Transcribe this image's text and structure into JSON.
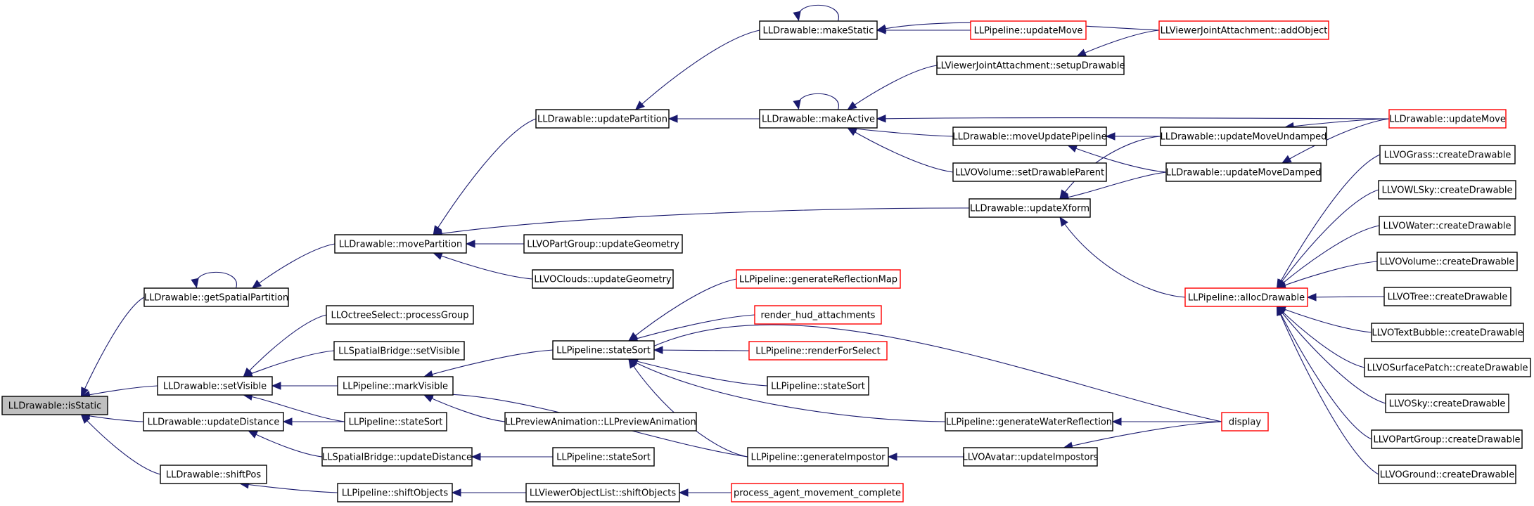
{
  "graph": {
    "colors": {
      "edge": "#1a1a6e",
      "normal_border": "#000000",
      "truncated_border": "#ff0000",
      "root_fill": "#bfbfbf"
    },
    "nodes": [
      {
        "id": "isStatic",
        "label": "LLDrawable::isStatic",
        "style": "root"
      },
      {
        "id": "getSpatialPartition",
        "label": "LLDrawable::getSpatialPartition",
        "style": "normal"
      },
      {
        "id": "setVisible",
        "label": "LLDrawable::setVisible",
        "style": "normal"
      },
      {
        "id": "updateDistance",
        "label": "LLDrawable::updateDistance",
        "style": "normal"
      },
      {
        "id": "shiftPos",
        "label": "LLDrawable::shiftPos",
        "style": "normal"
      },
      {
        "id": "movePartition",
        "label": "LLDrawable::movePartition",
        "style": "normal"
      },
      {
        "id": "octreeProcessGroup",
        "label": "LLOctreeSelect::processGroup",
        "style": "normal"
      },
      {
        "id": "sbSetVisible",
        "label": "LLSpatialBridge::setVisible",
        "style": "normal"
      },
      {
        "id": "markVisible",
        "label": "LLPipeline::markVisible",
        "style": "normal"
      },
      {
        "id": "stateSortA",
        "label": "LLPipeline::stateSort",
        "style": "normal"
      },
      {
        "id": "sbUpdateDistance",
        "label": "LLSpatialBridge::updateDistance",
        "style": "normal"
      },
      {
        "id": "shiftObjects",
        "label": "LLPipeline::shiftObjects",
        "style": "normal"
      },
      {
        "id": "updatePartition",
        "label": "LLDrawable::updatePartition",
        "style": "normal"
      },
      {
        "id": "partGroupUpdateGeom",
        "label": "LLVOPartGroup::updateGeometry",
        "style": "normal"
      },
      {
        "id": "cloudsUpdateGeom",
        "label": "LLVOClouds::updateGeometry",
        "style": "normal"
      },
      {
        "id": "stateSortMain",
        "label": "LLPipeline::stateSort",
        "style": "normal"
      },
      {
        "id": "previewAnim",
        "label": "LLPreviewAnimation::LLPreviewAnimation",
        "style": "normal"
      },
      {
        "id": "stateSortB",
        "label": "LLPipeline::stateSort",
        "style": "normal"
      },
      {
        "id": "volShiftObjects",
        "label": "LLViewerObjectList::shiftObjects",
        "style": "normal"
      },
      {
        "id": "makeStatic",
        "label": "LLDrawable::makeStatic",
        "style": "normal"
      },
      {
        "id": "makeActive",
        "label": "LLDrawable::makeActive",
        "style": "normal"
      },
      {
        "id": "genReflMap",
        "label": "LLPipeline::generateReflectionMap",
        "style": "truncated"
      },
      {
        "id": "hudAttach",
        "label": "render_hud_attachments",
        "style": "truncated"
      },
      {
        "id": "renderForSelect",
        "label": "LLPipeline::renderForSelect",
        "style": "truncated"
      },
      {
        "id": "stateSortC",
        "label": "LLPipeline::stateSort",
        "style": "normal"
      },
      {
        "id": "genImpostor",
        "label": "LLPipeline::generateImpostor",
        "style": "normal"
      },
      {
        "id": "agentMove",
        "label": "process_agent_movement_complete",
        "style": "truncated"
      },
      {
        "id": "pipeUpdateMove",
        "label": "LLPipeline::updateMove",
        "style": "truncated"
      },
      {
        "id": "setupDrawable",
        "label": "LLViewerJointAttachment::setupDrawable",
        "style": "normal"
      },
      {
        "id": "moveUpdatePipeline",
        "label": "LLDrawable::moveUpdatePipeline",
        "style": "normal"
      },
      {
        "id": "setDrawableParent",
        "label": "LLVOVolume::setDrawableParent",
        "style": "normal"
      },
      {
        "id": "updateXform",
        "label": "LLDrawable::updateXform",
        "style": "normal"
      },
      {
        "id": "genWaterRefl",
        "label": "LLPipeline::generateWaterReflection",
        "style": "normal"
      },
      {
        "id": "avatarImpostors",
        "label": "LLVOAvatar::updateImpostors",
        "style": "normal"
      },
      {
        "id": "addObject",
        "label": "LLViewerJointAttachment::addObject",
        "style": "truncated"
      },
      {
        "id": "moveUndamped",
        "label": "LLDrawable::updateMoveUndamped",
        "style": "normal"
      },
      {
        "id": "moveDamped",
        "label": "LLDrawable::updateMoveDamped",
        "style": "normal"
      },
      {
        "id": "allocDrawable",
        "label": "LLPipeline::allocDrawable",
        "style": "truncated"
      },
      {
        "id": "display",
        "label": "display",
        "style": "truncated"
      },
      {
        "id": "drawableUpdateMove",
        "label": "LLDrawable::updateMove",
        "style": "truncated"
      },
      {
        "id": "grassCreate",
        "label": "LLVOGrass::createDrawable",
        "style": "normal"
      },
      {
        "id": "wlskyCreate",
        "label": "LLVOWLSky::createDrawable",
        "style": "normal"
      },
      {
        "id": "waterCreate",
        "label": "LLVOWater::createDrawable",
        "style": "normal"
      },
      {
        "id": "volumeCreate",
        "label": "LLVOVolume::createDrawable",
        "style": "normal"
      },
      {
        "id": "treeCreate",
        "label": "LLVOTree::createDrawable",
        "style": "normal"
      },
      {
        "id": "textBubbleCreate",
        "label": "LLVOTextBubble::createDrawable",
        "style": "normal"
      },
      {
        "id": "surfacePatchCreate",
        "label": "LLVOSurfacePatch::createDrawable",
        "style": "normal"
      },
      {
        "id": "skyCreate",
        "label": "LLVOSky::createDrawable",
        "style": "normal"
      },
      {
        "id": "partGroupCreate",
        "label": "LLVOPartGroup::createDrawable",
        "style": "normal"
      },
      {
        "id": "groundCreate",
        "label": "LLVOGround::createDrawable",
        "style": "normal"
      }
    ],
    "edges": [
      {
        "from": "getSpatialPartition",
        "to": "isStatic"
      },
      {
        "from": "setVisible",
        "to": "isStatic"
      },
      {
        "from": "updateDistance",
        "to": "isStatic"
      },
      {
        "from": "shiftPos",
        "to": "isStatic"
      },
      {
        "from": "getSpatialPartition",
        "to": "getSpatialPartition"
      },
      {
        "from": "movePartition",
        "to": "getSpatialPartition"
      },
      {
        "from": "octreeProcessGroup",
        "to": "setVisible"
      },
      {
        "from": "sbSetVisible",
        "to": "setVisible"
      },
      {
        "from": "markVisible",
        "to": "setVisible"
      },
      {
        "from": "stateSortA",
        "to": "setVisible"
      },
      {
        "from": "stateSortA",
        "to": "updateDistance"
      },
      {
        "from": "sbUpdateDistance",
        "to": "updateDistance"
      },
      {
        "from": "shiftObjects",
        "to": "shiftPos"
      },
      {
        "from": "updatePartition",
        "to": "movePartition"
      },
      {
        "from": "partGroupUpdateGeom",
        "to": "movePartition"
      },
      {
        "from": "cloudsUpdateGeom",
        "to": "movePartition"
      },
      {
        "from": "updateXform",
        "to": "movePartition"
      },
      {
        "from": "stateSortMain",
        "to": "markVisible"
      },
      {
        "from": "previewAnim",
        "to": "markVisible"
      },
      {
        "from": "genImpostor",
        "to": "markVisible"
      },
      {
        "from": "stateSortB",
        "to": "sbUpdateDistance"
      },
      {
        "from": "volShiftObjects",
        "to": "shiftObjects"
      },
      {
        "from": "makeStatic",
        "to": "updatePartition"
      },
      {
        "from": "makeActive",
        "to": "updatePartition"
      },
      {
        "from": "genReflMap",
        "to": "stateSortMain"
      },
      {
        "from": "hudAttach",
        "to": "stateSortMain"
      },
      {
        "from": "renderForSelect",
        "to": "stateSortMain"
      },
      {
        "from": "stateSortC",
        "to": "stateSortMain"
      },
      {
        "from": "genImpostor",
        "to": "stateSortMain"
      },
      {
        "from": "genWaterRefl",
        "to": "stateSortMain"
      },
      {
        "from": "display",
        "to": "stateSortMain"
      },
      {
        "from": "agentMove",
        "to": "volShiftObjects"
      },
      {
        "from": "makeStatic",
        "to": "makeStatic"
      },
      {
        "from": "pipeUpdateMove",
        "to": "makeStatic"
      },
      {
        "from": "addObject",
        "to": "makeStatic"
      },
      {
        "from": "makeActive",
        "to": "makeActive"
      },
      {
        "from": "setupDrawable",
        "to": "makeActive"
      },
      {
        "from": "moveUpdatePipeline",
        "to": "makeActive"
      },
      {
        "from": "setDrawableParent",
        "to": "makeActive"
      },
      {
        "from": "drawableUpdateMove",
        "to": "makeActive"
      },
      {
        "from": "avatarImpostors",
        "to": "genImpostor"
      },
      {
        "from": "addObject",
        "to": "setupDrawable"
      },
      {
        "from": "moveUndamped",
        "to": "moveUpdatePipeline"
      },
      {
        "from": "moveDamped",
        "to": "moveUpdatePipeline"
      },
      {
        "from": "moveUndamped",
        "to": "updateXform"
      },
      {
        "from": "moveDamped",
        "to": "updateXform"
      },
      {
        "from": "allocDrawable",
        "to": "updateXform"
      },
      {
        "from": "display",
        "to": "genWaterRefl"
      },
      {
        "from": "display",
        "to": "avatarImpostors"
      },
      {
        "from": "drawableUpdateMove",
        "to": "moveUndamped"
      },
      {
        "from": "drawableUpdateMove",
        "to": "moveDamped"
      },
      {
        "from": "grassCreate",
        "to": "allocDrawable"
      },
      {
        "from": "wlskyCreate",
        "to": "allocDrawable"
      },
      {
        "from": "waterCreate",
        "to": "allocDrawable"
      },
      {
        "from": "volumeCreate",
        "to": "allocDrawable"
      },
      {
        "from": "treeCreate",
        "to": "allocDrawable"
      },
      {
        "from": "textBubbleCreate",
        "to": "allocDrawable"
      },
      {
        "from": "surfacePatchCreate",
        "to": "allocDrawable"
      },
      {
        "from": "skyCreate",
        "to": "allocDrawable"
      },
      {
        "from": "partGroupCreate",
        "to": "allocDrawable"
      },
      {
        "from": "groundCreate",
        "to": "allocDrawable"
      }
    ]
  }
}
